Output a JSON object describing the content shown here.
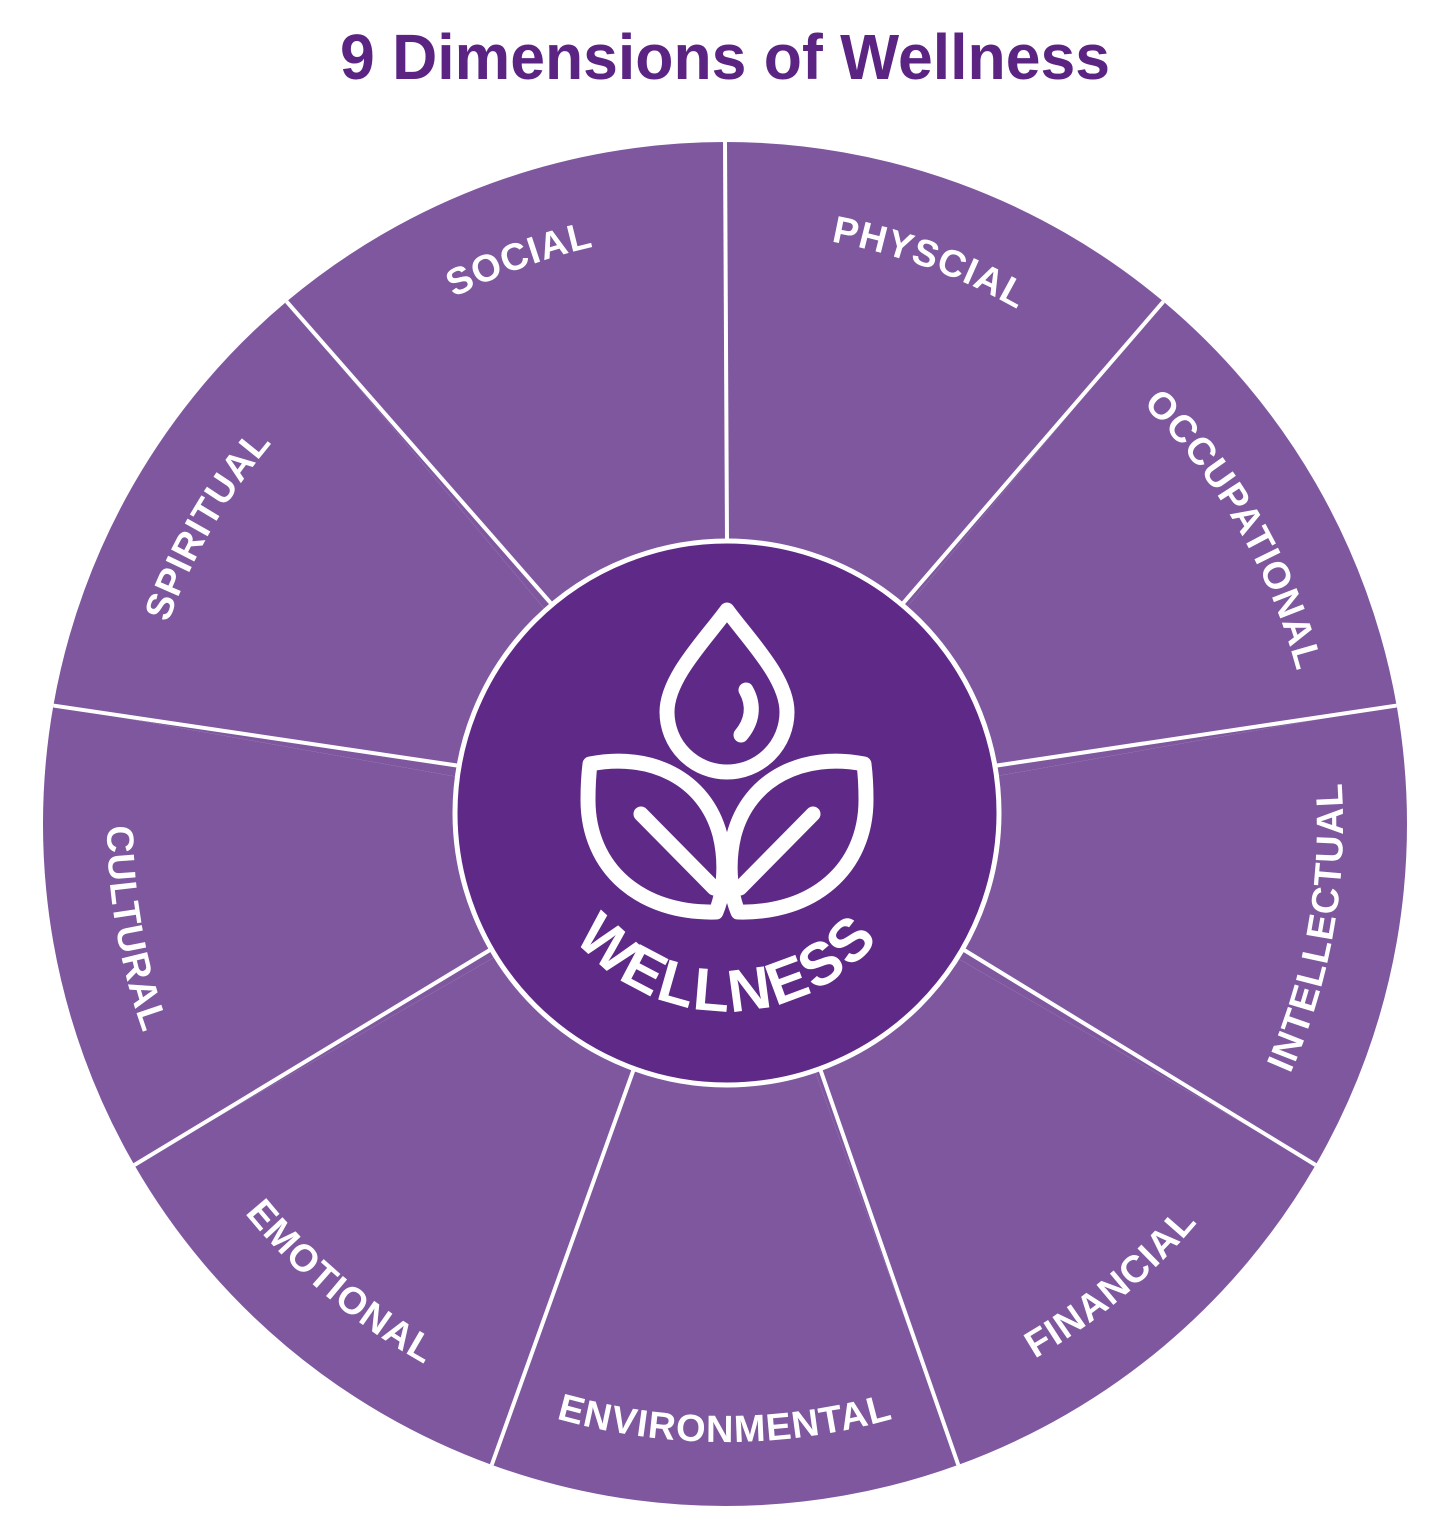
{
  "title": "9 Dimensions of Wellness",
  "center": {
    "label": "WELLNESS",
    "icon": "lotus-drop-icon"
  },
  "dimensions": [
    {
      "label": "PHYSCIAL"
    },
    {
      "label": "OCCUPATIONAL"
    },
    {
      "label": "INTELLECTUAL"
    },
    {
      "label": "FINANCIAL"
    },
    {
      "label": "ENVIRONMENTAL"
    },
    {
      "label": "EMOTIONAL"
    },
    {
      "label": "CULTURAL"
    },
    {
      "label": "SPIRITUAL"
    },
    {
      "label": "SOCIAL"
    }
  ],
  "colors": {
    "title": "#5b2482",
    "segment": "#7e579e",
    "center": "#5f2987",
    "divider": "#ffffff"
  }
}
